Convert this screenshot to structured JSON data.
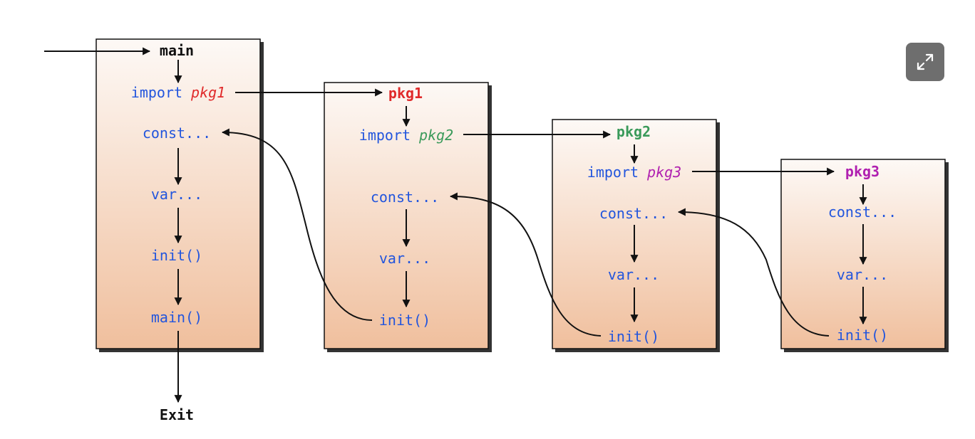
{
  "colors": {
    "keyword": "#2255dd",
    "pkg1": "#e02a2a",
    "pkg2": "#3a9a5a",
    "pkg3": "#b020b0",
    "text": "#111111",
    "box_top": "#fdf9f6",
    "box_bottom": "#f0bf9d",
    "expand_button": "#6e6e6e"
  },
  "icons": {
    "expand": "expand-icon"
  },
  "main_pkg": {
    "name": "main",
    "import_kw": "import",
    "import_target": "pkg1",
    "const": "const...",
    "var": "var...",
    "init": "init()",
    "main_fn": "main()",
    "exit": "Exit"
  },
  "pkg1": {
    "name": "pkg1",
    "import_kw": "import",
    "import_target": "pkg2",
    "const": "const...",
    "var": "var...",
    "init": "init()"
  },
  "pkg2": {
    "name": "pkg2",
    "import_kw": "import",
    "import_target": "pkg3",
    "const": "const...",
    "var": "var...",
    "init": "init()"
  },
  "pkg3": {
    "name": "pkg3",
    "const": "const...",
    "var": "var...",
    "init": "init()"
  }
}
